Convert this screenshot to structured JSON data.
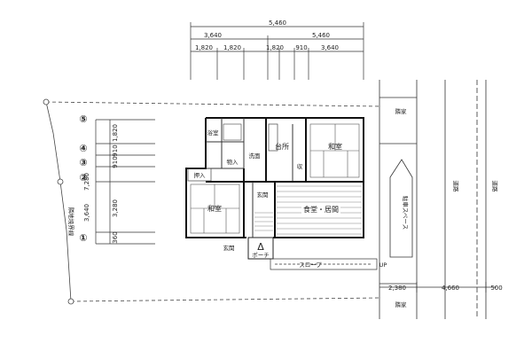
{
  "top_dimensions": {
    "overall": "5,460",
    "mid_left": "3,640",
    "mid_right": "5,460",
    "low": [
      "1,820",
      "1,820",
      "1,820",
      "910",
      "3,640"
    ]
  },
  "left_dimensions": {
    "outer": [
      "7,280",
      "3,640"
    ],
    "inner": [
      "1,820",
      "910",
      "910",
      "3,280",
      "360"
    ]
  },
  "bottom_dimensions": [
    "2,380",
    "4,660",
    "500"
  ],
  "circled_markers": [
    "⑤",
    "④",
    "③",
    "②",
    "①"
  ],
  "rooms": {
    "washitsu_right": "和室",
    "washitsu_left": "和室",
    "kitchen": "台所",
    "ldk": "食堂・居間",
    "genkan": "玄関",
    "entrance_hall": "玄関",
    "porch": "ポーチ",
    "senmen": "洗面",
    "oshiire": "押入",
    "kitchen_storage": "収",
    "closet": "物入",
    "yokushitsu": "浴室"
  },
  "site": {
    "slope": "スロープ",
    "up": "UP",
    "parking": "駐車スペース",
    "road_right": "道路",
    "neighbor_top": "隣家",
    "neighbor_bottom": "隣家",
    "boundary": "隣地境界線",
    "street": "道路"
  },
  "marker": {
    "delta": "Δ"
  }
}
